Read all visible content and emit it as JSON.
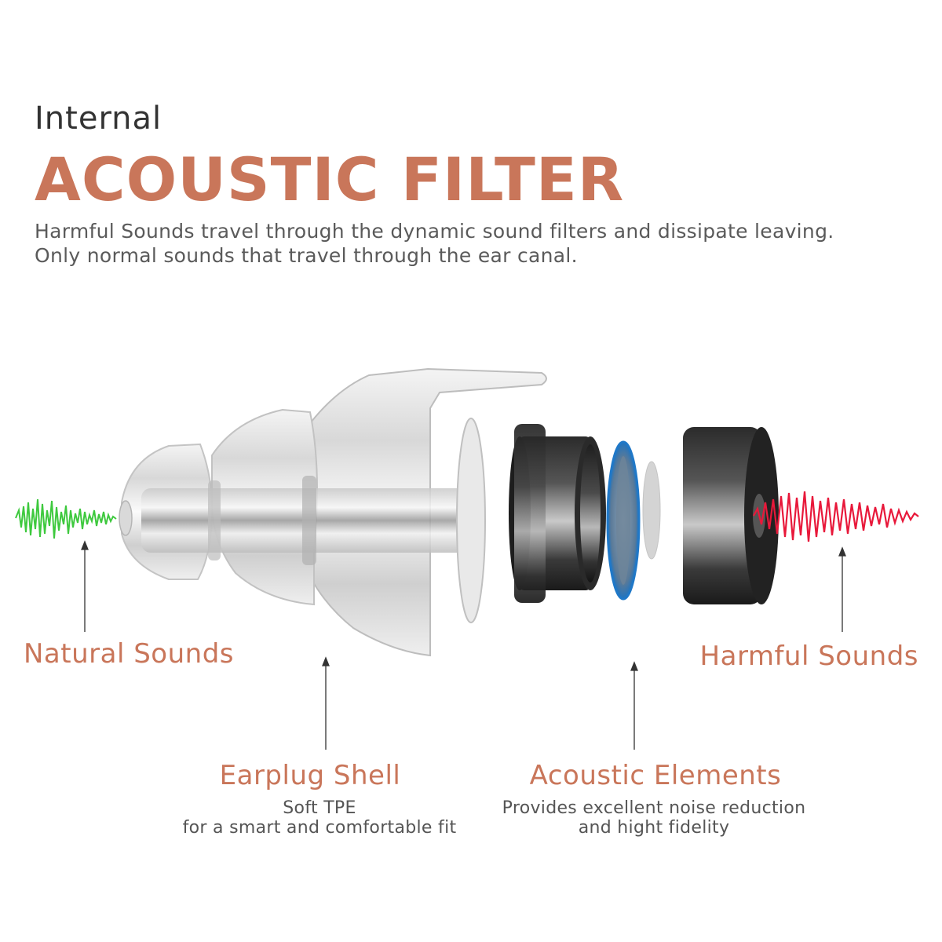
{
  "header": {
    "pre_title": "Internal",
    "title": "ACOUSTIC FILTER",
    "description_line1": "Harmful Sounds travel through the dynamic sound filters and dissipate leaving.",
    "description_line2": "Only normal sounds that travel through the ear canal."
  },
  "labels": {
    "natural_sounds": "Natural Sounds",
    "harmful_sounds": "Harmful Sounds",
    "earplug_shell": {
      "title": "Earplug Shell",
      "line1": "Soft TPE",
      "line2": "for a smart and comfortable fit"
    },
    "acoustic_elements": {
      "title": "Acoustic Elements",
      "line1": "Provides excellent noise reduction",
      "line2": "and hight fidelity"
    }
  },
  "colors": {
    "accent": "#c9765a",
    "natural_wave": "#3ec93e",
    "harmful_wave": "#e8183a",
    "text_dark": "#333333",
    "text_gray": "#5a5a5a"
  }
}
